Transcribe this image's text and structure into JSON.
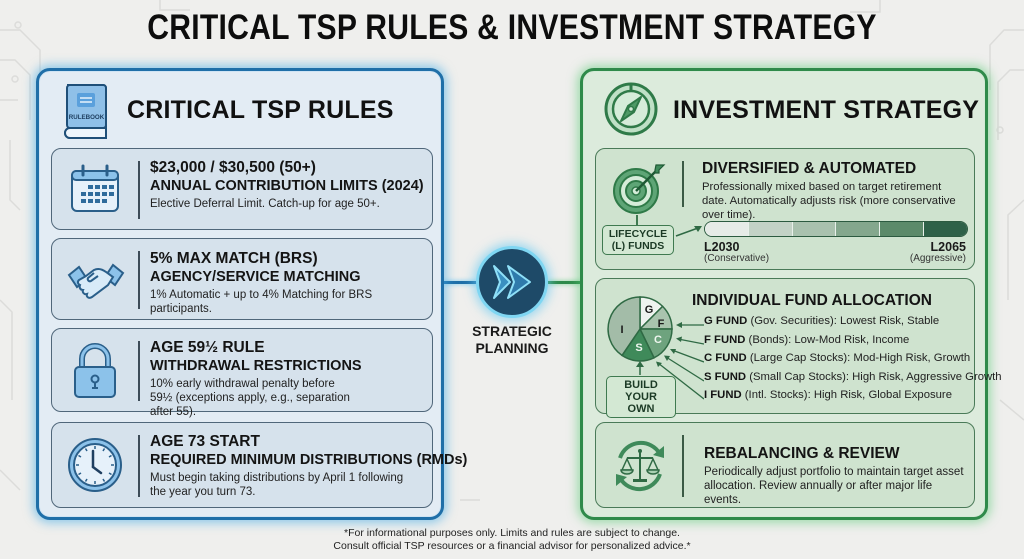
{
  "title": "CRITICAL TSP RULES & INVESTMENT STRATEGY",
  "colors": {
    "left_accent": "#1f6fa8",
    "right_accent": "#2f8a4a",
    "center_node": "#1e4a68"
  },
  "left_panel": {
    "title": "CRITICAL TSP RULES",
    "header_icon": "rulebook-icon",
    "rulebook_label": "RULEBOOK",
    "cards": [
      {
        "icon": "calendar-icon",
        "headline": "$23,000 / $30,500 (50+)",
        "subhead": "ANNUAL CONTRIBUTION LIMITS (2024)",
        "description": "Elective Deferral Limit. Catch-up for age 50+."
      },
      {
        "icon": "handshake-icon",
        "headline": "5% MAX MATCH (BRS)",
        "subhead": "AGENCY/SERVICE MATCHING",
        "description": "1% Automatic + up to 4% Matching for BRS participants."
      },
      {
        "icon": "padlock-icon",
        "headline": "AGE 59½ RULE",
        "subhead": "WITHDRAWAL RESTRICTIONS",
        "description": "10% early withdrawal penalty before 59½ (exceptions apply, e.g., separation after 55)."
      },
      {
        "icon": "clock-icon",
        "headline": "AGE 73 START",
        "subhead": "REQUIRED MINIMUM DISTRIBUTIONS (RMDs)",
        "description": "Must begin taking distributions by April 1 following the year you turn 73."
      }
    ]
  },
  "center": {
    "icon": "fast-forward-icon",
    "label_line1": "STRATEGIC",
    "label_line2": "PLANNING"
  },
  "right_panel": {
    "title": "INVESTMENT STRATEGY",
    "header_icon": "compass-icon",
    "lifecycle": {
      "icon": "target-icon",
      "tag_line1": "LIFECYCLE",
      "tag_line2": "(L) FUNDS",
      "headline": "DIVERSIFIED & AUTOMATED",
      "description": "Professionally mixed based on target retirement date. Automatically adjusts risk (more conservative over time).",
      "bar_colors": [
        "#e6ebe7",
        "#c3d2c6",
        "#a9c1ae",
        "#84a78d",
        "#5c8a6a",
        "#2e6148"
      ],
      "start_code": "L2030",
      "start_note": "(Conservative)",
      "end_code": "L2065",
      "end_note": "(Aggressive)"
    },
    "funds": {
      "icon": "pie-chart-icon",
      "tag_line1": "BUILD",
      "tag_line2": "YOUR OWN",
      "headline": "INDIVIDUAL FUND ALLOCATION",
      "pie_labels": [
        "G",
        "F",
        "C",
        "S",
        "I"
      ],
      "items": [
        {
          "name": "G FUND",
          "detail": " (Gov. Securities): Lowest Risk, Stable"
        },
        {
          "name": "F FUND",
          "detail": " (Bonds): Low-Mod Risk, Income"
        },
        {
          "name": "C FUND",
          "detail": " (Large Cap Stocks): Mod-High Risk, Growth"
        },
        {
          "name": "S FUND",
          "detail": " (Small Cap Stocks): High Risk, Aggressive Growth"
        },
        {
          "name": "I FUND",
          "detail": " (Intl. Stocks): High Risk, Global Exposure"
        }
      ]
    },
    "rebalancing": {
      "icon": "balance-scale-cycle-icon",
      "headline": "REBALANCING & REVIEW",
      "description": "Periodically adjust portfolio to maintain target asset allocation. Review annually or after major life events."
    }
  },
  "footer": {
    "line1": "*For informational purposes only. Limits and rules are subject to change.",
    "line2": "Consult official TSP resources or a financial advisor for personalized advice.*"
  }
}
